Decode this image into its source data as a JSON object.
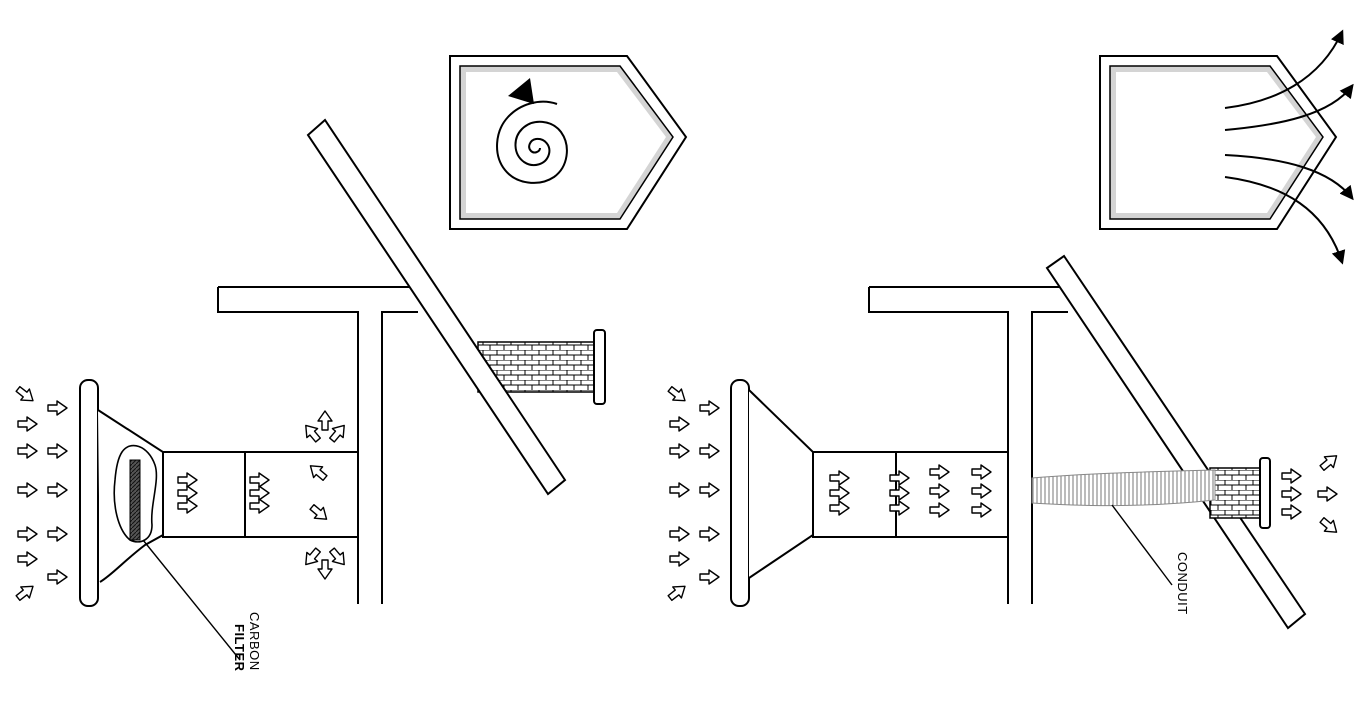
{
  "labels": {
    "carbon": "CARBON",
    "filter": "FILTER",
    "conduit": "CONDUIT"
  },
  "colors": {
    "ink": "#000000",
    "paper": "#ffffff",
    "fill_gray": "#d4d4d4",
    "hatch_gray": "#c9c9c9"
  },
  "icons": {
    "spiral": "recirculation-spiral-icon",
    "outflow": "exhaust-outflow-arrows-icon",
    "airflow": "hollow-airflow-arrow-icon"
  }
}
